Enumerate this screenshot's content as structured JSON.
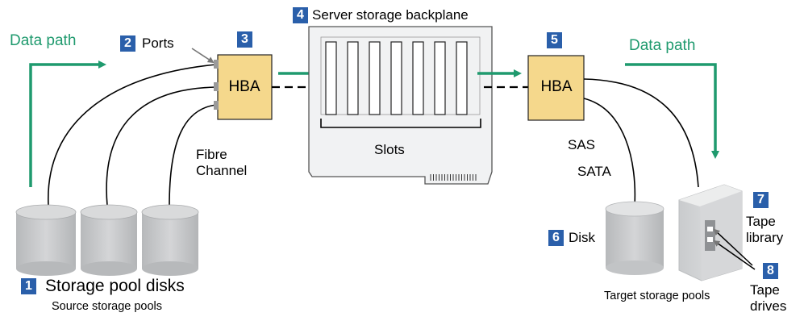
{
  "labels": {
    "data_path_left": "Data path",
    "data_path_right": "Data path",
    "ports": "Ports",
    "server_storage_backplane": "Server storage backplane",
    "hba_left": "HBA",
    "hba_right": "HBA",
    "slots": "Slots",
    "fibre_channel": "Fibre\nChannel",
    "sas": "SAS",
    "sata": "SATA",
    "storage_pool_disks": "Storage pool disks",
    "source_storage_pools": "Source storage pools",
    "disk": "Disk",
    "target_storage_pools": "Target storage pools",
    "tape_library": "Tape\nlibrary",
    "tape_drives": "Tape\ndrives"
  },
  "numbers": {
    "n1": "1",
    "n2": "2",
    "n3": "3",
    "n4": "4",
    "n5": "5",
    "n6": "6",
    "n7": "7",
    "n8": "8"
  },
  "colors": {
    "data_path_green": "#1f9a6e",
    "hba_fill": "#f5d88c",
    "number_badge": "#2a5faa",
    "disk_gray": "#c9cbcd"
  }
}
